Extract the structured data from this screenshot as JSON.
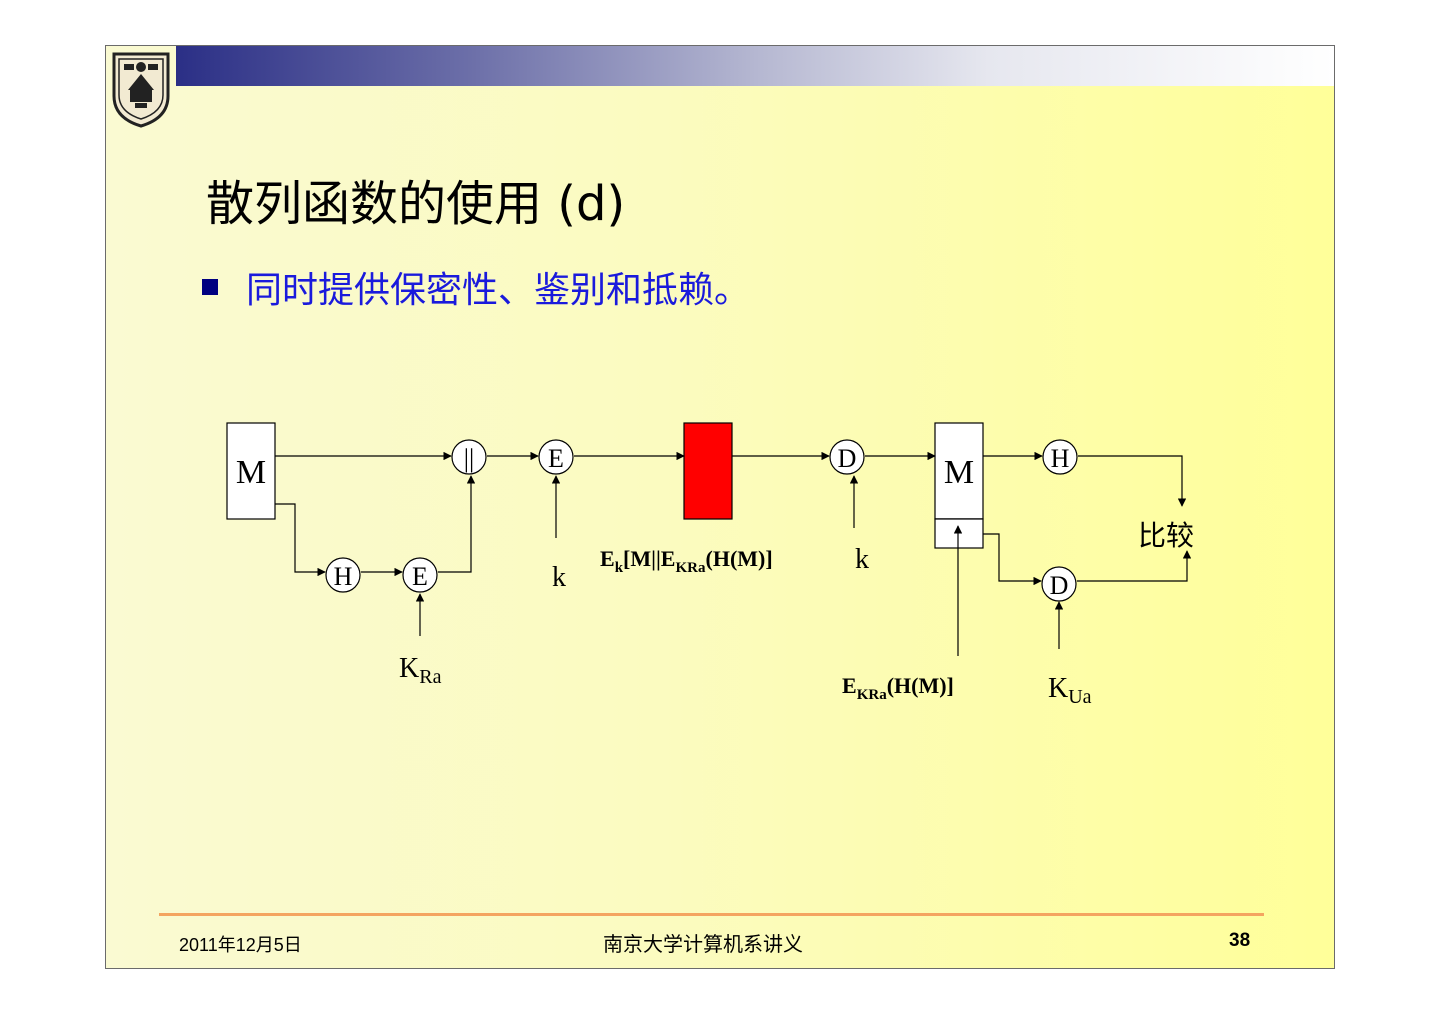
{
  "slide": {
    "title": "散列函数的使用 (d)",
    "bullet": "同时提供保密性、鉴别和抵赖。"
  },
  "logo": {
    "name": "nanjing-university-logo"
  },
  "diagram": {
    "nodes": {
      "m_source": "M",
      "concat": "||",
      "e1": "E",
      "h1": "H",
      "e2": "E",
      "d1": "D",
      "m_dest": "M",
      "h2": "H",
      "d2": "D",
      "compare": "比较"
    },
    "labels": {
      "k1": "k",
      "k2": "k",
      "kra_base": "K",
      "kra_sub": "Ra",
      "kua_base": "K",
      "kua_sub": "Ua",
      "cipher_e": "E",
      "cipher_k": "k",
      "cipher_mid": "[M||E",
      "cipher_kra": "KRa",
      "cipher_end": "(H(M)]",
      "sig_e": "E",
      "sig_kra": "KRa",
      "sig_end": "(H(M)]"
    },
    "colors": {
      "ciphertext_block": "#ff0000"
    }
  },
  "footer": {
    "date": "2011年12月5日",
    "center": "南京大学计算机系讲义",
    "page": "38"
  }
}
